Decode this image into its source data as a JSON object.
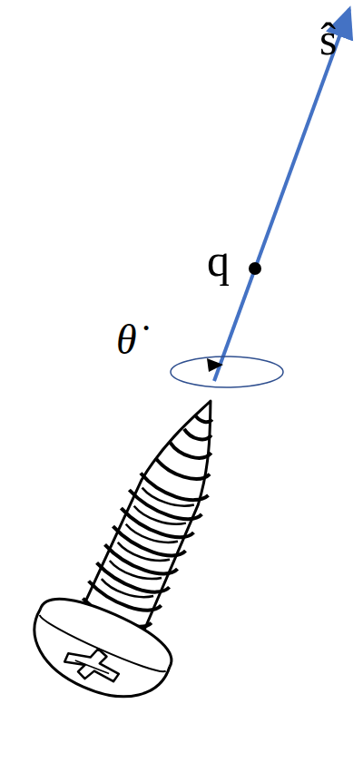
{
  "diagram": {
    "labels": [
      "ŝ",
      "q",
      "θ̇"
    ]
  }
}
